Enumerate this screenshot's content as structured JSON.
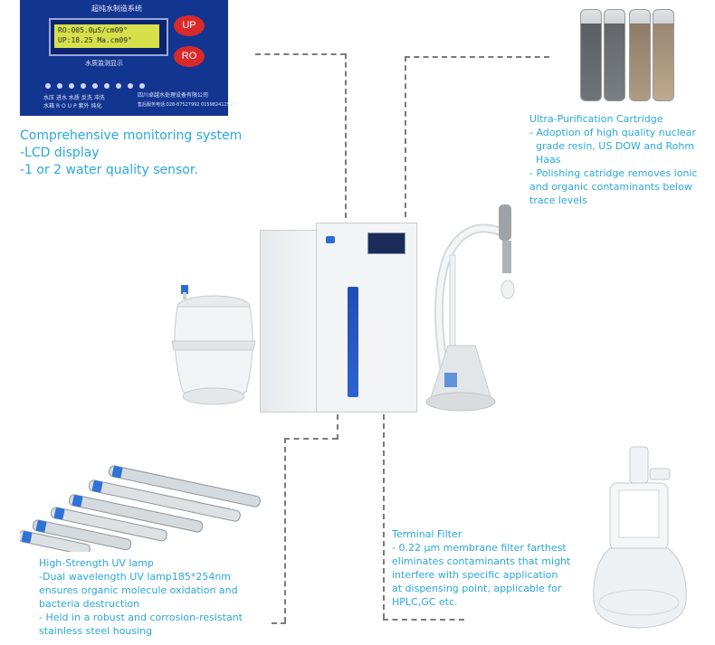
{
  "panel": {
    "title": "超纯水制造系统",
    "lcd_line1": "RO:005.0μS/cm09°",
    "lcd_line2": "UP:18.25 Ma.cm09°",
    "lcd_caption": "水质监测显示",
    "btn_up": "UP",
    "btn_ro": "RO",
    "company": "四川卓越水处理设备有限公司",
    "phone": "售后服务电话:028-87527992 015982412527",
    "led_labels": [
      "水压",
      "进水",
      "水质",
      "反洗",
      "冲洗",
      "水箱",
      "R O",
      "U P",
      "紫外",
      "纯化"
    ]
  },
  "monitoring": {
    "line1": "Comprehensive monitoring system",
    "line2": "-LCD display",
    "line3": "-1 or 2 water quality sensor."
  },
  "cartridge": {
    "line1": "Ultra-Purification Cartridge",
    "line2": "- Adoption of high quality nuclear",
    "line3": "  grade resin, US DOW and Rohm",
    "line4": "  Haas",
    "line5": "- Polishing catridge removes ionic",
    "line6": "and organic contaminants below",
    "line7": "trace levels"
  },
  "uv": {
    "line1": "High-Strength UV lamp",
    "line2": "-Dual wavelength UV lamp185*254nm",
    "line3": "ensures organic molecule oxidation and",
    "line4": "bacteria destruction",
    "line5": "- Held in a robust and corrosion-resistant",
    "line6": "stainless steel housing"
  },
  "terminal": {
    "line1": "Terminal Filter",
    "line2": "- 0.22 μm membrane filter farthest",
    "line3": "eliminates contaminants that might",
    "line4": "interfere with specific application",
    "line5": "at dispensing point, applicable for",
    "line6": "HPLC,GC etc."
  },
  "colors": {
    "caption_blue": "#2aa8dc",
    "panel_blue": "#12358f",
    "button_red": "#d92a2a",
    "lcd_green": "#d6e04a",
    "machine_white": "#eef0f2",
    "stripe_blue": "#1f4fb5"
  }
}
